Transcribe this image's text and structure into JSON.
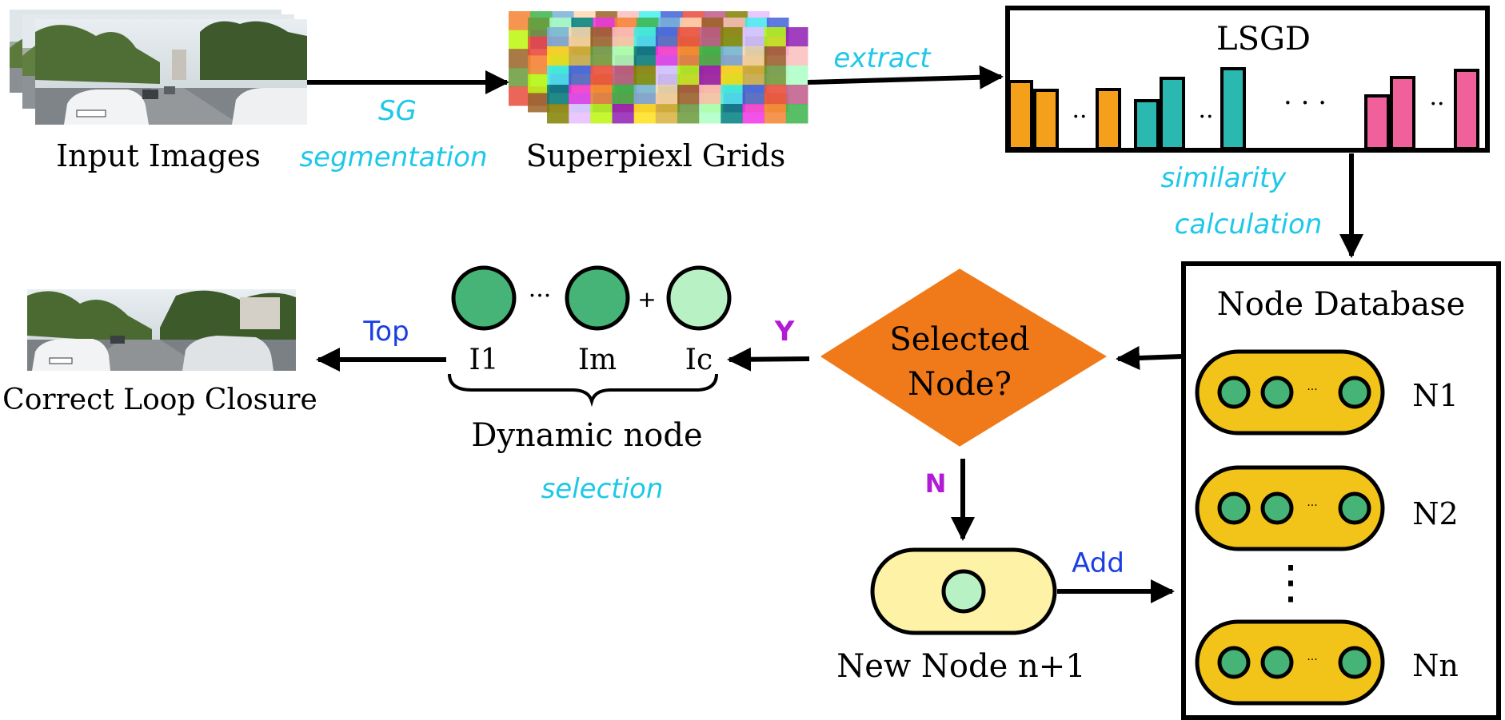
{
  "labels": {
    "input_images": "Input Images",
    "sg_line1": "SG",
    "sg_line2": "segmentation",
    "superpixel_grids": "Superpiexl Grids",
    "extract": "extract",
    "lsgd": "LSGD",
    "similarity_line1": "similarity",
    "similarity_line2": "calculation",
    "node_database": "Node Database",
    "selected_line1": "Selected",
    "selected_line2": "Node?",
    "yes": "Y",
    "no": "N",
    "top": "Top",
    "add": "Add",
    "correct_loop_closure": "Correct Loop Closure",
    "dynamic_node": "Dynamic node",
    "selection": "selection",
    "new_node": "New Node n+1",
    "i1": "I1",
    "im": "Im",
    "ic": "Ic",
    "plus": "+",
    "dots": "···",
    "hist_dots_short": "··",
    "hist_dots_long": "·  ·  ·",
    "node_inner_dots": "···",
    "n1": "N1",
    "n2": "N2",
    "nn": "Nn",
    "vertical_dots": "⋮"
  },
  "colors": {
    "cyan_text": "#1ec8e8",
    "blue_text": "#1a3ee0",
    "purple_text": "#b21ad6",
    "orange_bar": "#f5a01a",
    "teal_bar": "#2ab8b0",
    "pink_bar": "#f0609a",
    "diamond": "#f07a1a",
    "node_gold": "#f2c318",
    "node_light": "#fdf2a6",
    "dot_green": "#47b477",
    "dot_light_green": "#b8f2c4"
  },
  "histogram": {
    "groups": [
      {
        "color": "orange",
        "values": [
          0.84,
          0.73
        ]
      },
      {
        "color": "orange",
        "values": [
          0.74
        ]
      },
      {
        "color": "teal",
        "values": [
          0.6,
          0.88
        ]
      },
      {
        "color": "teal",
        "values": [
          1.0
        ]
      },
      {
        "color": "pink",
        "values": [
          0.66,
          0.89
        ]
      },
      {
        "color": "pink",
        "values": [
          0.98
        ]
      }
    ]
  }
}
